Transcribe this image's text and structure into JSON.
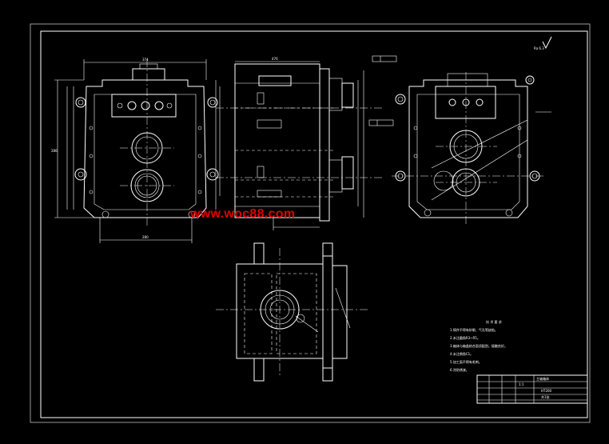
{
  "watermark": "www.woc88.com",
  "roughness_symbol": "Ra 6.3",
  "notes_title": "技 术 要 求",
  "notes": [
    "1.铸件不得有砂眼、气孔等缺陷。",
    "2.未注圆角R3~R5。",
    "3.箱体与箱盖结合面须配刮，接触良好。",
    "4.未注倒角C1。",
    "5.加工面不得有毛刺。",
    "6.涂防锈漆。"
  ],
  "title_block": {
    "name": "主轴箱体",
    "scale": "1:1",
    "material": "HT200",
    "sheet": "共1张"
  },
  "dims": {
    "top_width": "374",
    "side_width": "476",
    "height": "286",
    "bottom_width": "280"
  }
}
